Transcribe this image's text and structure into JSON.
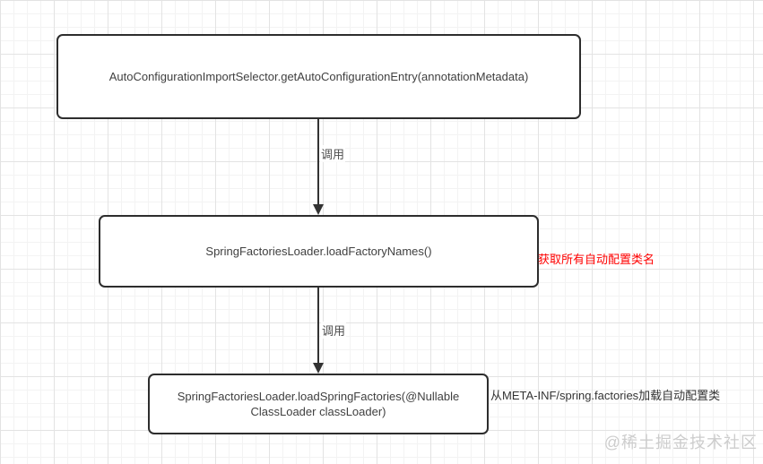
{
  "diagram": {
    "nodes": [
      {
        "id": "get-auto-configuration-entry",
        "label": "AutoConfigurationImportSelector.getAutoConfigurationEntry(annotationMetadata)"
      },
      {
        "id": "load-factory-names",
        "label": "SpringFactoriesLoader.loadFactoryNames()"
      },
      {
        "id": "load-spring-factories",
        "label": "SpringFactoriesLoader.loadSpringFactories(@Nullable ClassLoader classLoader)"
      }
    ],
    "edges": [
      {
        "from": 0,
        "to": 1,
        "label": "调用"
      },
      {
        "from": 1,
        "to": 2,
        "label": "调用"
      }
    ],
    "annotations": [
      {
        "text": "获取所有自动配置类名",
        "color": "#ff0000"
      },
      {
        "text": "从META-INF/spring.factories加载自动配置类",
        "color": "#333333"
      }
    ],
    "colors": {
      "node_border": "#2d2d2d",
      "node_fill": "#ffffff",
      "node_text": "#404040",
      "arrow": "#333333",
      "annotation_red": "#ff0000",
      "annotation_black": "#333333",
      "watermark": "#cdcdcd",
      "grid_minor": "#f3f3f3",
      "grid_major": "#e3e3e3"
    }
  },
  "watermark": {
    "text": "@稀土掘金技术社区"
  }
}
